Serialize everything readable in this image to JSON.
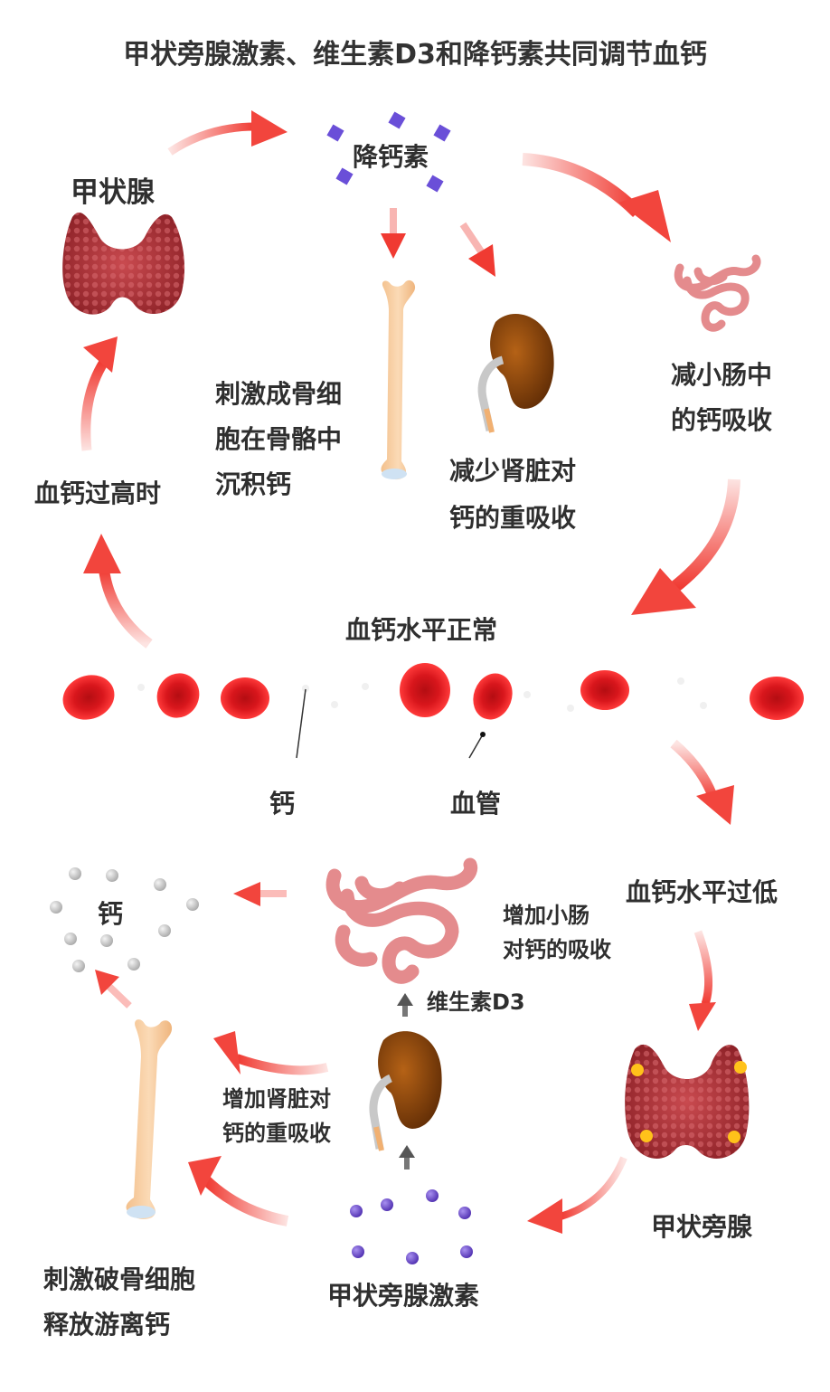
{
  "title": "甲状旁腺激素、维生素D3和降钙素共同调节血钙",
  "top_cycle": {
    "thyroid_label": "甲状腺",
    "calcitonin_label": "降钙素",
    "bone_effect": [
      "刺激成骨细",
      "胞在骨骼中",
      "沉积钙"
    ],
    "kidney_effect": [
      "减少肾脏对",
      "钙的重吸收"
    ],
    "intestine_effect": [
      "减小肠中",
      "的钙吸收"
    ],
    "trigger_label": "血钙过高时"
  },
  "center": {
    "normal_label": "血钙水平正常",
    "calcium_pointer_label": "钙",
    "vessel_pointer_label": "血管"
  },
  "bottom_cycle": {
    "low_label": "血钙水平过低",
    "parathyroid_label": "甲状旁腺",
    "pth_label": "甲状旁腺激素",
    "intestine_effect": [
      "增加小肠",
      "对钙的吸收"
    ],
    "vitamin_d3_label": "维生素D3",
    "kidney_effect": [
      "增加肾脏对",
      "钙的重吸收"
    ],
    "bone_effect": [
      "刺激破骨细胞",
      "释放游离钙"
    ],
    "calcium_pool_label": "钙"
  },
  "colors": {
    "arrow_red": "#f0423a",
    "arrow_pale": "#fde0de",
    "calcitonin_crystal": "#6a4fd8",
    "pth_dot": "#6b4cc7",
    "calcium_dot": "#c8c8c8",
    "thyroid": "#b8353c",
    "kidney": "#8a4a0c",
    "bone": "#f5c99a",
    "intestine": "#e58a8a",
    "blood_cell": "#e0151b"
  }
}
